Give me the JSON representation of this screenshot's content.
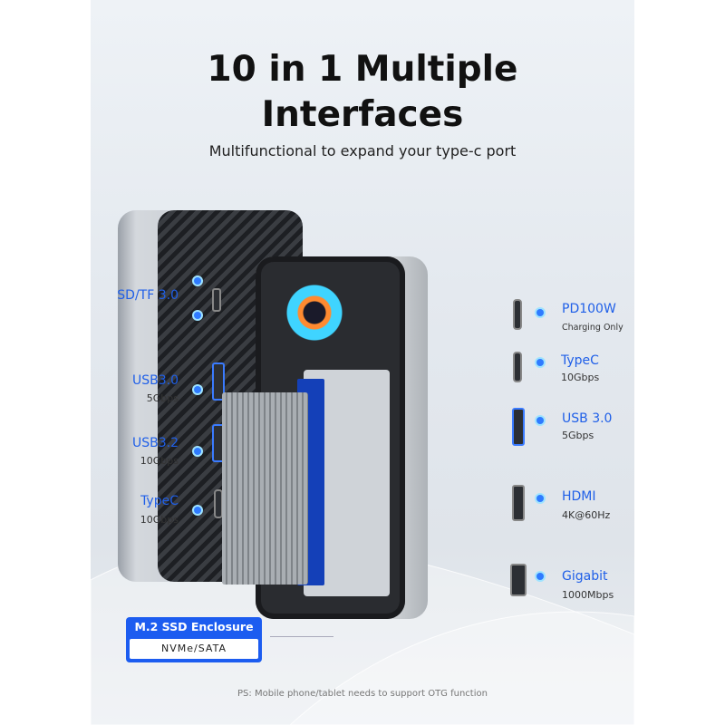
{
  "headline": {
    "line1": "10 in 1 Multiple",
    "line2": "Interfaces"
  },
  "subtitle": "Multifunctional to expand your type-c port",
  "left_ports": [
    {
      "name": "SD/TF 3.0",
      "spec": ""
    },
    {
      "name": "USB3.0",
      "spec": "5Gbps"
    },
    {
      "name": "USB3.2",
      "spec": "10Gbps"
    },
    {
      "name": "TypeC",
      "spec": "10Gbps"
    }
  ],
  "right_ports": [
    {
      "name": "PD100W",
      "spec": "Charging Only"
    },
    {
      "name": "TypeC",
      "spec": "10Gbps"
    },
    {
      "name": "USB 3.0",
      "spec": "5Gbps"
    },
    {
      "name": "HDMI",
      "spec": "4K@60Hz"
    },
    {
      "name": "Gigabit",
      "spec": "1000Mbps"
    }
  ],
  "enclosure_badge": {
    "title": "M.2 SSD Enclosure",
    "subtitle": "NVMe/SATA"
  },
  "footnote": "PS: Mobile phone/tablet needs to support OTG function",
  "colors": {
    "accent": "#1f5fe8",
    "badge": "#1c5cf0"
  }
}
